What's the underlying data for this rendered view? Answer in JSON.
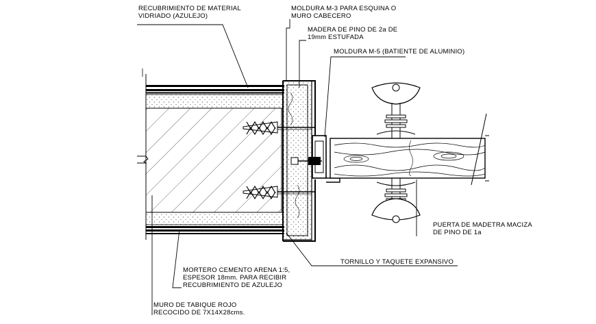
{
  "labels": {
    "recubrimiento_l1": "RECUBRIMIENTO DE MATERIAL",
    "recubrimiento_l2": "VIDRIADO (AZULEJO)",
    "moldura_m3_l1": "MOLDURA M-3 PARA ESQUINA O",
    "moldura_m3_l2": "MURO CABECERO",
    "madera_pino_l1": "MADERA DE PINO DE 2a DE",
    "madera_pino_l2": "19mm ESTUFADA",
    "moldura_m5": "MOLDURA M-5 (BATIENTE DE ALUMINIO)",
    "puerta_l1": "PUERTA DE MADETRA MACIZA",
    "puerta_l2": "DE PINO DE 1a",
    "tornillo": "TORNILLO Y TAQUETE EXPANSIVO",
    "mortero_l1": "MORTERO CEMENTO ARENA 1:5,",
    "mortero_l2": "ESPESOR 18mm. PARA RECIBIR",
    "mortero_l3": "RECUBRIMIENTO DE AZULEJO",
    "muro_l1": "MURO DE TABIQUE ROJO",
    "muro_l2": "RECOCIDO DE 7X14X28cms."
  },
  "colors": {
    "line": "#000000",
    "background": "#ffffff"
  }
}
